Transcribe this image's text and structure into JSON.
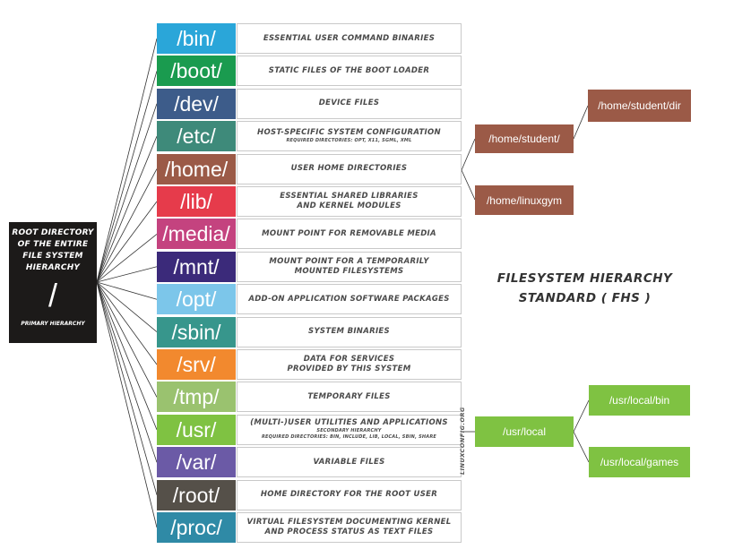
{
  "root": {
    "title": "ROOT DIRECTORY\nOF THE ENTIRE\nFILE SYSTEM\nHIERARCHY",
    "symbol": "/",
    "subtitle": "PRIMARY HIERARCHY"
  },
  "directories": [
    {
      "name": "/bin/",
      "color": "#2aa6d9",
      "line1": "ESSENTIAL USER COMMAND BINARIES",
      "line2": "",
      "small1": "",
      "small2": ""
    },
    {
      "name": "/boot/",
      "color": "#1a9b4f",
      "line1": "STATIC FILES OF THE BOOT LOADER",
      "line2": "",
      "small1": "",
      "small2": ""
    },
    {
      "name": "/dev/",
      "color": "#3d5c8a",
      "line1": "DEVICE FILES",
      "line2": "",
      "small1": "",
      "small2": ""
    },
    {
      "name": "/etc/",
      "color": "#3e8a7a",
      "line1": "HOST-SPECIFIC SYSTEM CONFIGURATION",
      "line2": "",
      "small1": "REQUIRED DIRECTORIES: OPT, X11, SGML, XML",
      "small2": ""
    },
    {
      "name": "/home/",
      "color": "#9b5a47",
      "line1": "USER HOME DIRECTORIES",
      "line2": "",
      "small1": "",
      "small2": ""
    },
    {
      "name": "/lib/",
      "color": "#e63b4b",
      "line1": "ESSENTIAL SHARED LIBRARIES",
      "line2": "AND KERNEL MODULES",
      "small1": "",
      "small2": ""
    },
    {
      "name": "/media/",
      "color": "#c4437f",
      "line1": "MOUNT POINT FOR REMOVABLE MEDIA",
      "line2": "",
      "small1": "",
      "small2": ""
    },
    {
      "name": "/mnt/",
      "color": "#3b2a7a",
      "line1": "MOUNT POINT FOR A TEMPORARILY",
      "line2": "MOUNTED FILESYSTEMS",
      "small1": "",
      "small2": ""
    },
    {
      "name": "/opt/",
      "color": "#7cc6ea",
      "line1": "ADD-ON APPLICATION SOFTWARE PACKAGES",
      "line2": "",
      "small1": "",
      "small2": ""
    },
    {
      "name": "/sbin/",
      "color": "#37968c",
      "line1": "SYSTEM BINARIES",
      "line2": "",
      "small1": "",
      "small2": ""
    },
    {
      "name": "/srv/",
      "color": "#f2892e",
      "line1": "DATA FOR SERVICES",
      "line2": "PROVIDED BY THIS SYSTEM",
      "small1": "",
      "small2": ""
    },
    {
      "name": "/tmp/",
      "color": "#9ac26f",
      "line1": "TEMPORARY FILES",
      "line2": "",
      "small1": "",
      "small2": ""
    },
    {
      "name": "/usr/",
      "color": "#7fc242",
      "line1": "(MULTI-)USER UTILITIES AND APPLICATIONS",
      "line2": "",
      "small1": "SECONDARY HIERARCHY",
      "small2": "REQUIRED DIRECTORIES: BIN, INCLUDE, LIB, LOCAL, SBIN, SHARE"
    },
    {
      "name": "/var/",
      "color": "#6b5aa6",
      "line1": "VARIABLE FILES",
      "line2": "",
      "small1": "",
      "small2": ""
    },
    {
      "name": "/root/",
      "color": "#555049",
      "line1": "HOME DIRECTORY FOR THE ROOT USER",
      "line2": "",
      "small1": "",
      "small2": ""
    },
    {
      "name": "/proc/",
      "color": "#2f8aa6",
      "line1": "VIRTUAL FILESYSTEM DOCUMENTING KERNEL",
      "line2": "AND PROCESS STATUS AS TEXT FILES",
      "small1": "",
      "small2": ""
    }
  ],
  "home_branch": {
    "student": "/home/student/",
    "student_dir": "/home/student/dir",
    "linuxgym": "/home/linuxgym"
  },
  "usr_branch": {
    "local": "/usr/local",
    "local_bin": "/usr/local/bin",
    "local_games": "/usr/local/games"
  },
  "heading": {
    "line1": "FILESYSTEM HIERARCHY",
    "line2": "STANDARD ( FHS )"
  },
  "credit": "LINUXCONFIG.ORG",
  "colors": {
    "brown": "#9b5a47",
    "green": "#7fc242",
    "root_bg": "#1c1a19"
  }
}
